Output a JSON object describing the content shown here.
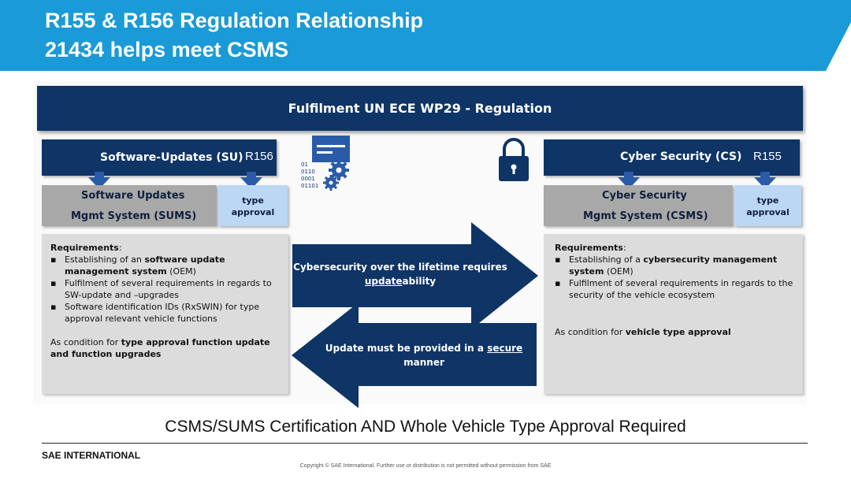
{
  "header": {
    "title_line1": "R155 & R156 Regulation Relationship",
    "title_line2": "21434 helps meet CSMS",
    "color": "#1a9ad6"
  },
  "regulation_bar": {
    "label": "Fulfilment UN ECE WP29 - Regulation",
    "color": "#0f3466"
  },
  "software_updates": {
    "title": "Software-Updates (SU)",
    "regulation": "R156",
    "system_line1": "Software Updates",
    "system_line2": "Mgmt System (SUMS)",
    "approval_line1": "type",
    "approval_line2": "approval",
    "requirements_heading": "Requirements",
    "req1_pre": "Establishing of an ",
    "req1_bold": "software update management system",
    "req1_post": " (OEM)",
    "req2": "Fulfilment of several requirements in regards to SW-update and –upgrades",
    "req3": "Software identification IDs (RxSWIN) for type approval relevant vehicle functions",
    "condition_pre": "As condition for ",
    "condition_bold": "type approval function update and function upgrades"
  },
  "cyber_security": {
    "title": "Cyber Security (CS)",
    "regulation": "R155",
    "system_line1": "Cyber Security",
    "system_line2": "Mgmt System (CSMS)",
    "approval_line1": "type",
    "approval_line2": "approval",
    "requirements_heading": "Requirements",
    "req1_pre": "Establishing of a ",
    "req1_bold": "cybersecurity management system",
    "req1_post": " (OEM)",
    "req2": "Fulfilment of several requirements in regards to the security of the vehicle ecosystem",
    "condition_pre": "As condition for ",
    "condition_bold": "vehicle type approval"
  },
  "arrows": {
    "right_line1": "Cybersecurity over the lifetime requires",
    "right_underlined": "update",
    "right_rest": "ability",
    "left_line1_pre": "Update must be provided in a ",
    "left_line1_underlined": "secure",
    "left_line2": "manner",
    "color": "#0f3466"
  },
  "icons": {
    "software": "binary-gears-icon",
    "binary_lines": [
      "01",
      "0110",
      "0001",
      "01101"
    ],
    "security": "padlock-icon"
  },
  "bottom_statement": "CSMS/SUMS Certification AND Whole Vehicle Type Approval Required",
  "footer": {
    "organization": "SAE INTERNATIONAL",
    "copyright": "Copyright © SAE International. Further use or distribution is not permitted without permission from SAE"
  }
}
